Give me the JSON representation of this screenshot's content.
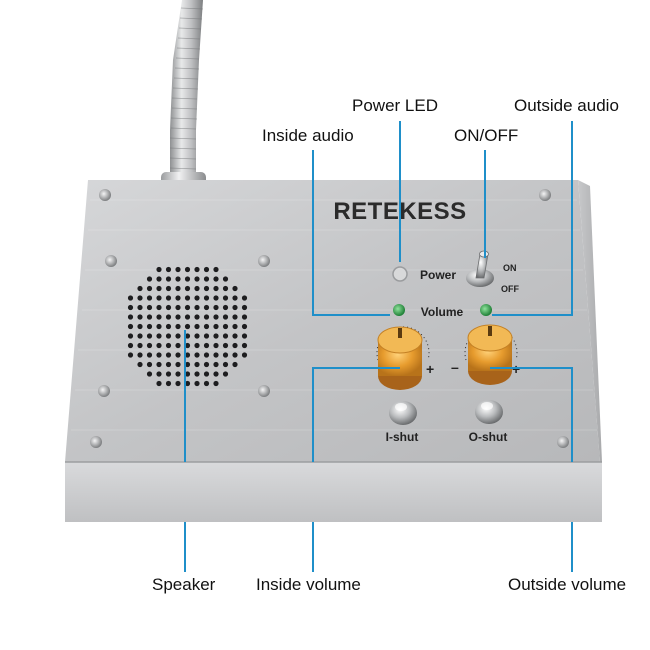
{
  "product": {
    "brand": "RETEKESS",
    "panel_labels": {
      "power": "Power",
      "volume": "Volume",
      "on": "ON",
      "off": "OFF",
      "i_shut": "I-shut",
      "o_shut": "O-shut",
      "minus": "–",
      "plus": "+"
    }
  },
  "callouts": {
    "power_led": "Power LED",
    "outside_audio": "Outside audio",
    "inside_audio": "Inside audio",
    "on_off": "ON/OFF",
    "speaker": "Speaker",
    "inside_volume": "Inside volume",
    "outside_volume": "Outside volume"
  },
  "colors": {
    "callout_line": "#1f8fc9",
    "knob": "#e79c2e",
    "led": "#2fa84a",
    "panel": "#c8c9cb"
  }
}
